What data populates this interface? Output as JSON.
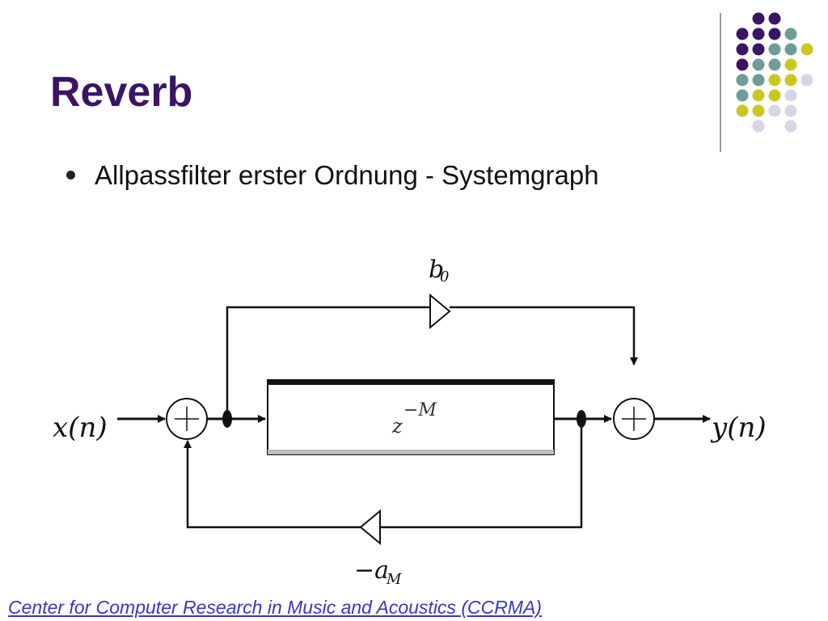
{
  "slide": {
    "title": "Reverb",
    "bullet": "Allpassfilter erster Ordnung - Systemgraph",
    "source_link": "Center for Computer Research in Music and Acoustics (CCRMA)",
    "colors": {
      "title": "#3b1466",
      "link": "#3a36c2",
      "dot_purple": "#3b1466",
      "dot_teal": "#6e9c9a",
      "dot_yellow": "#c9c820",
      "dot_lavender": "#d6d6e6"
    }
  },
  "diagram": {
    "input_label": "x(n)",
    "output_label": "y(n)",
    "delay_label": "z",
    "delay_exponent": "−M",
    "feedforward_gain": "b",
    "feedforward_gain_sub": "0",
    "feedback_gain": "−a",
    "feedback_gain_sub": "M",
    "adder_symbol": "+"
  }
}
